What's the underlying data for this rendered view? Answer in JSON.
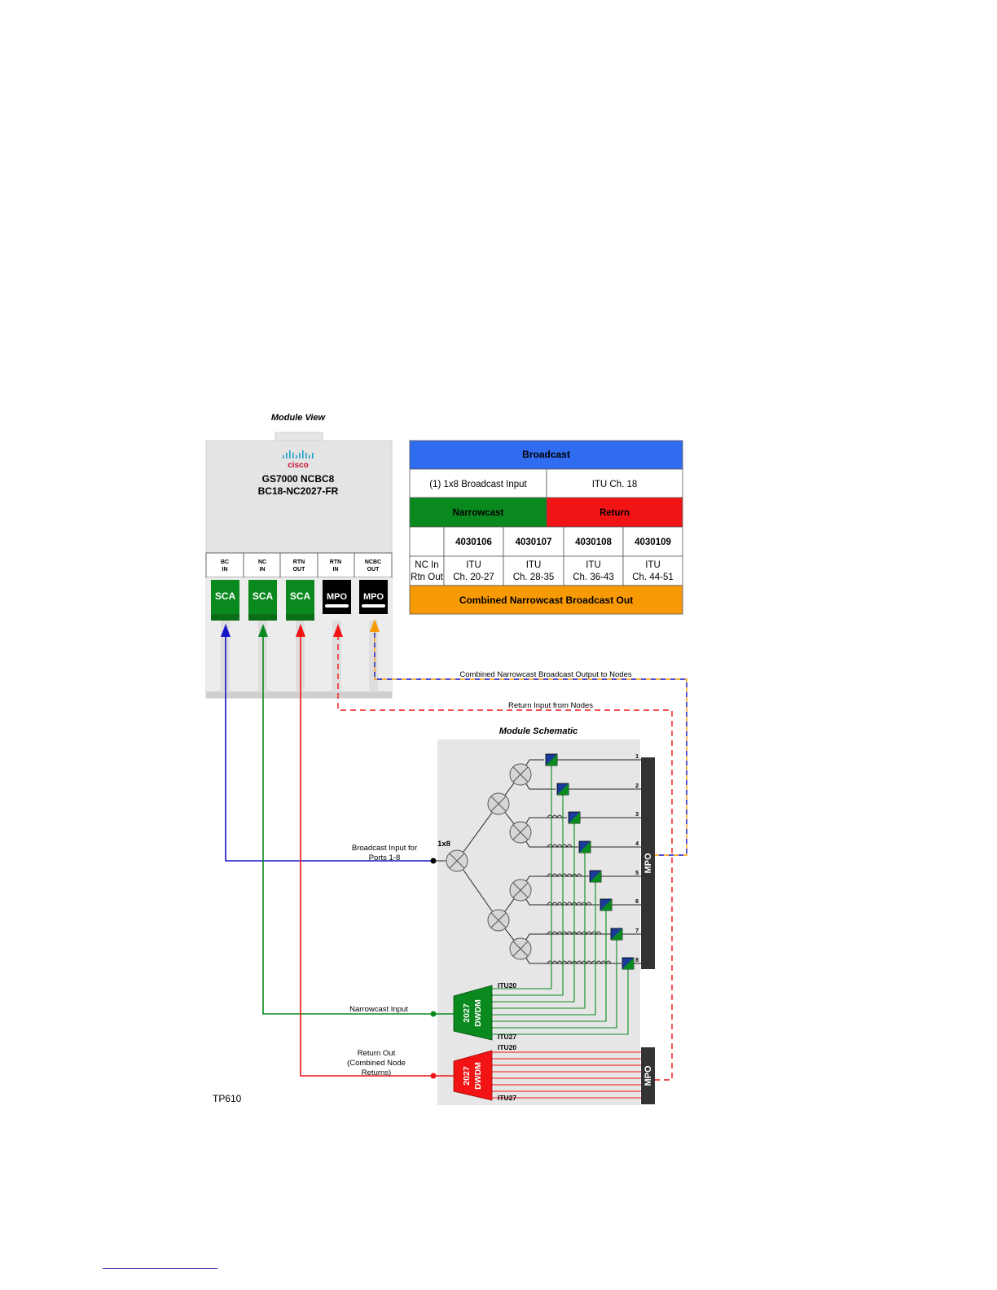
{
  "module_view": {
    "title": "Module View",
    "brand": "cisco",
    "model_line1": "GS7000 NCBC8",
    "model_line2": "BC18-NC2027-FR",
    "ports": [
      {
        "label_top": "BC",
        "label_bottom": "IN",
        "connector": "SCA",
        "color": "#0a8a1e"
      },
      {
        "label_top": "NC",
        "label_bottom": "IN",
        "connector": "SCA",
        "color": "#0a8a1e"
      },
      {
        "label_top": "RTN",
        "label_bottom": "OUT",
        "connector": "SCA",
        "color": "#0a8a1e"
      },
      {
        "label_top": "RTN",
        "label_bottom": "IN",
        "connector": "MPO",
        "color": "#000000"
      },
      {
        "label_top": "NCBC",
        "label_bottom": "OUT",
        "connector": "MPO",
        "color": "#000000"
      }
    ]
  },
  "legend_table": {
    "broadcast_header": "Broadcast",
    "broadcast_input": "(1) 1x8 Broadcast Input",
    "broadcast_channel": "ITU Ch. 18",
    "narrowcast_header": "Narrowcast",
    "return_header": "Return",
    "part_numbers": [
      "4030106",
      "4030107",
      "4030108",
      "4030109"
    ],
    "row_label_1": "NC In",
    "row_label_2": "Rtn Out",
    "channel_ranges": [
      {
        "line1": "ITU",
        "line2": "Ch. 20-27"
      },
      {
        "line1": "ITU",
        "line2": "Ch. 28-35"
      },
      {
        "line1": "ITU",
        "line2": "Ch. 36-43"
      },
      {
        "line1": "ITU",
        "line2": "Ch. 44-51"
      }
    ],
    "combined_footer": "Combined Narrowcast Broadcast Out",
    "colors": {
      "broadcast": "#2f6cf0",
      "narrowcast": "#0a8a1e",
      "return": "#f21414",
      "combined": "#f79a06"
    }
  },
  "connections": {
    "combined_output_label": "Combined Narrowcast Broadcast Output to Nodes",
    "return_input_label": "Return Input from Nodes",
    "broadcast_input_label_line1": "Broadcast Input for",
    "broadcast_input_label_line2": "Ports 1-8",
    "narrowcast_input_label": "Narrowcast Input",
    "return_out_label_line1": "Return Out",
    "return_out_label_line2": "(Combined Node",
    "return_out_label_line3": "Returns)"
  },
  "schematic": {
    "title": "Module Schematic",
    "splitter_label": "1x8",
    "output_port_numbers": [
      "1",
      "2",
      "3",
      "4",
      "5",
      "6",
      "7",
      "8"
    ],
    "mpo_label": "MPO",
    "nc_dwdm_line1": "2027",
    "nc_dwdm_line2": "DWDM",
    "nc_itu_top": "ITU20",
    "nc_itu_bottom": "ITU27",
    "rtn_dwdm_line1": "2027",
    "rtn_dwdm_line2": "DWDM",
    "rtn_itu_top": "ITU20",
    "rtn_itu_bottom": "ITU27",
    "rtn_mpo_label": "MPO"
  },
  "figure_id": "TP610"
}
